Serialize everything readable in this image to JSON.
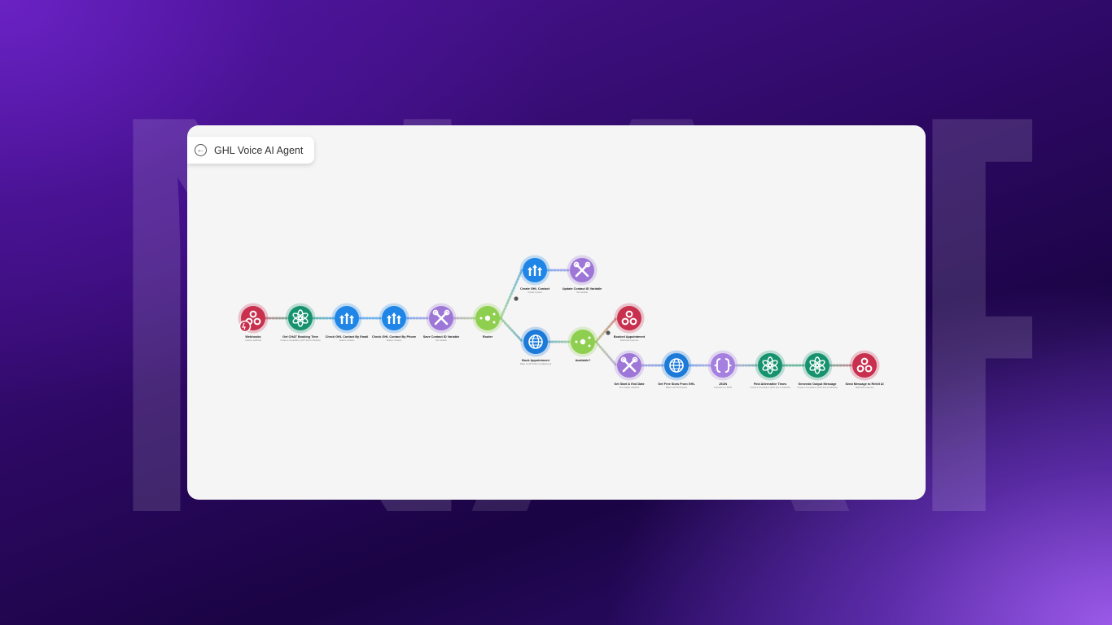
{
  "background": {
    "watermark_letters": [
      "N",
      "A",
      "P"
    ]
  },
  "header": {
    "title": "GHL Voice AI Agent",
    "back_icon": "arrow-left-circle-icon"
  },
  "colors": {
    "webhook": "#c8304e",
    "openai": "#16936e",
    "ghl": "#1f86e8",
    "tools": "#9d76d8",
    "router": "#8fcf4f",
    "http": "#1c7ad9",
    "json": "#a580e0",
    "accent_purple": "#7b2fd0"
  },
  "nodes": [
    {
      "id": "webhooks",
      "label": "Webhooks",
      "sub": "Custom webhook",
      "icon": "webhook-icon"
    },
    {
      "id": "get-chatgpt",
      "label": "Get CHAT Booking Time",
      "sub": "Create a Completion (GPT and o1 Models)",
      "icon": "openai-icon"
    },
    {
      "id": "check-email",
      "label": "Check GHL Contact By Email",
      "sub": "Search contacts",
      "icon": "ghl-icon"
    },
    {
      "id": "check-phone",
      "label": "Check GHL Contact By Phone",
      "sub": "Search contacts",
      "icon": "ghl-icon"
    },
    {
      "id": "save-contact",
      "label": "Save Contact ID Variable",
      "sub": "Set variable",
      "icon": "tools-icon"
    },
    {
      "id": "router",
      "label": "Router",
      "sub": "",
      "icon": "router-icon"
    },
    {
      "id": "create-contact",
      "label": "Create GHL Contact",
      "sub": "Create Contact",
      "icon": "ghl-icon"
    },
    {
      "id": "update-contact",
      "label": "Update Contact ID Variable",
      "sub": "Set variable",
      "icon": "tools-icon"
    },
    {
      "id": "book-appt",
      "label": "Book Appointment",
      "sub": "Make an API Call to GoHighLevel",
      "icon": "http-icon"
    },
    {
      "id": "available",
      "label": "Available?",
      "sub": "",
      "icon": "router-icon"
    },
    {
      "id": "booked",
      "label": "Booked Appointment",
      "sub": "Webhook response",
      "icon": "webhook-icon"
    },
    {
      "id": "get-start",
      "label": "Get Start & End Date",
      "sub": "Set multiple variables",
      "icon": "tools-icon"
    },
    {
      "id": "get-slots",
      "label": "Get Free Slots From GHL",
      "sub": "Make a HTTP Request",
      "icon": "http-icon"
    },
    {
      "id": "json",
      "label": "JSON",
      "sub": "Transform to JSON",
      "icon": "json-icon"
    },
    {
      "id": "find-alt",
      "label": "Find Alternative Times",
      "sub": "Create a Completion (GPT and o1 Models)",
      "icon": "openai-icon"
    },
    {
      "id": "gen-output",
      "label": "Generate Output Message",
      "sub": "Create a Completion (GPT and o1 Models)",
      "icon": "openai-icon"
    },
    {
      "id": "send-retell",
      "label": "Send Message to Retell AI",
      "sub": "Webhook response",
      "icon": "webhook-icon"
    }
  ]
}
